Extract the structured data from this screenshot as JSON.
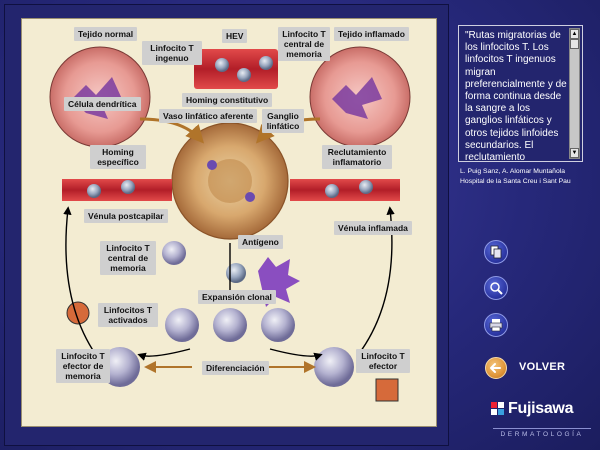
{
  "figure": {
    "labels": {
      "tejido_normal": "Tejido normal",
      "hev": "HEV",
      "linfocito_central_top": "Linfocito T central de memoria",
      "tejido_inflamado": "Tejido inflamado",
      "linfocito_ingenuo": "Linfocito T ingenuo",
      "celula_dendritica": "Célula dendrítica",
      "homing_constitutivo": "Homing constitutivo",
      "vaso_linfatico": "Vaso linfático aferente",
      "ganglio": "Ganglio linfático",
      "homing_especifico": "Homing específico",
      "reclutamiento": "Reclutamiento inflamatorio",
      "venula_postcapilar": "Vénula postcapilar",
      "venula_inflamada": "Vénula inflamada",
      "antigeno": "Antígeno",
      "linfocito_central_mid": "Linfocito T central de memoria",
      "expansion": "Expansión clonal",
      "activados": "Linfocitos T activados",
      "efector_memoria": "Linfocito T efector de memoria",
      "diferenciacion": "Diferenciación",
      "efector": "Linfocito T efector"
    }
  },
  "side_panel": {
    "description": "\"Rutas migratorias de los linfocitos T. Los linfocitos T ingenuos migran preferencialmente y de forma continua desde la sangre a los ganglios linfáticos y otros tejidos linfoides secundarios. El reclutamiento preferencial en los ganglios linfáticos se",
    "credit_line1": "L. Puig Sanz, A. Alomar Muntañola",
    "credit_line2": "Hospital de la Santa Creu i Sant Pau"
  },
  "toolbar": {
    "back_label": "VOLVER",
    "icons": [
      "copy-icon",
      "zoom-icon",
      "print-icon",
      "back-arrow-icon"
    ]
  },
  "branding": {
    "name": "Fujisawa",
    "subtitle": "DERMATOLOGÍA"
  },
  "colors": {
    "background": "#26287a",
    "figure_bg": "#f3ecd2",
    "label_bg": "#cfcfcf",
    "accent_orange": "#e0963a",
    "vessel_red": "#b8242c"
  }
}
